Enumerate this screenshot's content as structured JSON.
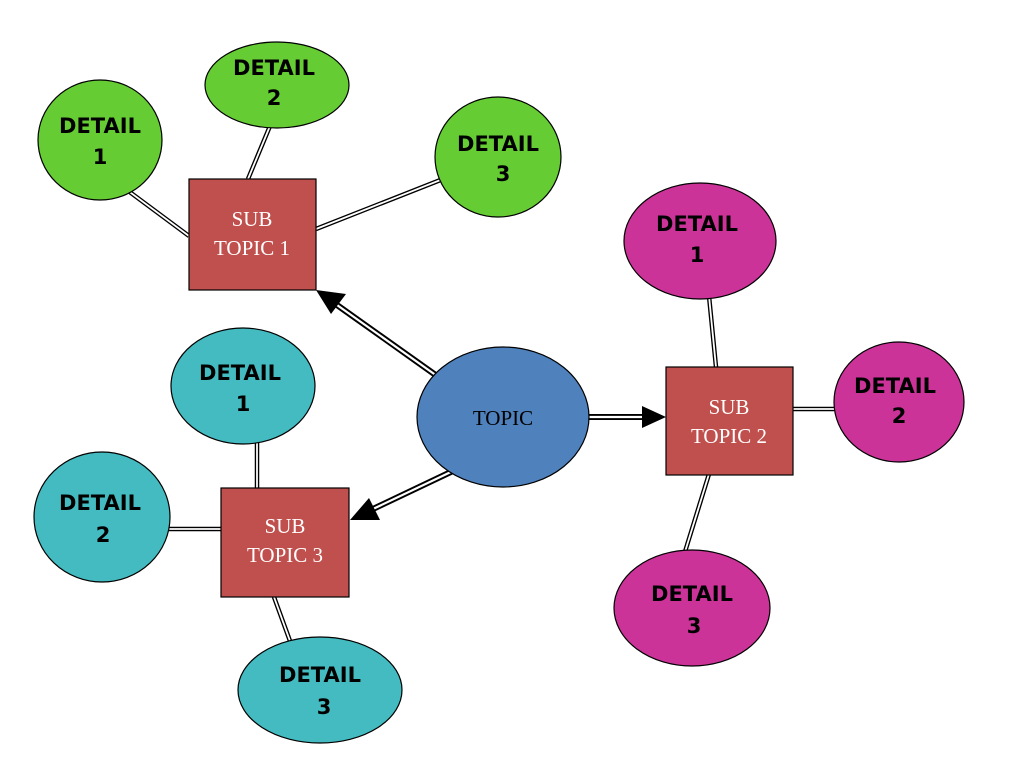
{
  "topic": {
    "label": "TOPIC",
    "color": "#4f81bd"
  },
  "subtopics": [
    {
      "id": "sub1",
      "label_line1": "SUB",
      "label_line2": "TOPIC 1",
      "box_color": "#c0504d",
      "detail_color": "#66cc33",
      "details": [
        {
          "line1": "DETAIL",
          "line2": "1"
        },
        {
          "line1": "DETAIL",
          "line2": "2"
        },
        {
          "line1": "DETAIL",
          "line2": "3"
        }
      ]
    },
    {
      "id": "sub2",
      "label_line1": "SUB",
      "label_line2": "TOPIC 2",
      "box_color": "#c0504d",
      "detail_color": "#cc3399",
      "details": [
        {
          "line1": "DETAIL",
          "line2": "1"
        },
        {
          "line1": "DETAIL",
          "line2": "2"
        },
        {
          "line1": "DETAIL",
          "line2": "3"
        }
      ]
    },
    {
      "id": "sub3",
      "label_line1": "SUB",
      "label_line2": "TOPIC 3",
      "box_color": "#c0504d",
      "detail_color": "#44bbc0",
      "details": [
        {
          "line1": "DETAIL",
          "line2": "1"
        },
        {
          "line1": "DETAIL",
          "line2": "2"
        },
        {
          "line1": "DETAIL",
          "line2": "3"
        }
      ]
    }
  ]
}
